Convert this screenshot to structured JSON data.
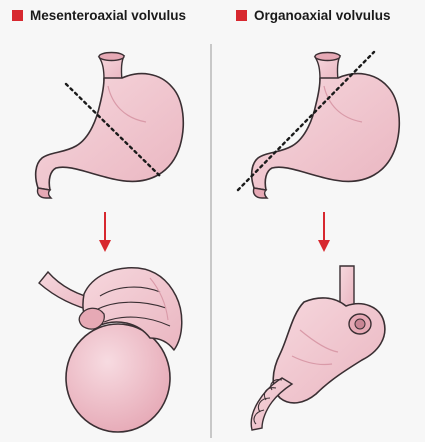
{
  "colors": {
    "background": "#f7f7f7",
    "accent_red": "#d7282f",
    "stomach_fill": "#f2cad2",
    "stomach_shade": "#e3a9b5",
    "outline": "#3a2f33",
    "divider": "#b9b9b9"
  },
  "panels": [
    {
      "id": "mesenteroaxial",
      "title": "Mesenteroaxial volvulus",
      "marker_icon": "red-square-icon",
      "stages": [
        "normal-stomach-with-rotation-axis",
        "down-arrow-icon",
        "rotated-stomach"
      ]
    },
    {
      "id": "organoaxial",
      "title": "Organoaxial volvulus",
      "marker_icon": "red-square-icon",
      "stages": [
        "normal-stomach-with-rotation-axis",
        "down-arrow-icon",
        "rotated-stomach"
      ]
    }
  ]
}
